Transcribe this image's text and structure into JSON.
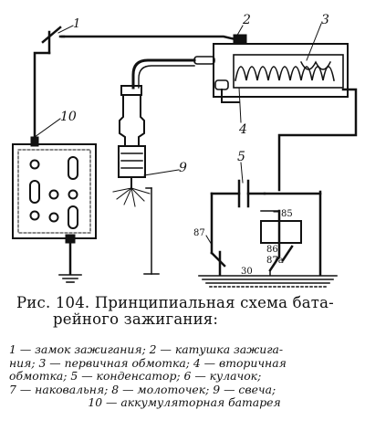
{
  "diagram": {
    "callouts": {
      "c1": "1",
      "c2": "2",
      "c3": "3",
      "c4": "4",
      "c5": "5",
      "c9": "9",
      "c10": "10"
    },
    "terminals": {
      "t87": "87",
      "t85": "85",
      "t86": "86",
      "t87a": "87a",
      "t30": "30"
    }
  },
  "caption": {
    "line1": "Рис. 104. Принципиальная схема бата-",
    "line2": "рейного зажигания:"
  },
  "legend": {
    "line1": "1 — замок зажигания; 2 — катушка зажига-",
    "line2": "ния; 3 — первичная обмотка; 4 — вторичная",
    "line3": "обмотка; 5 — конденсатор; 6 — кулачок;",
    "line4": "7 — наковальня; 8 — молоточек; 9 — свеча;",
    "line5": "10 — аккумуляторная батарея"
  }
}
